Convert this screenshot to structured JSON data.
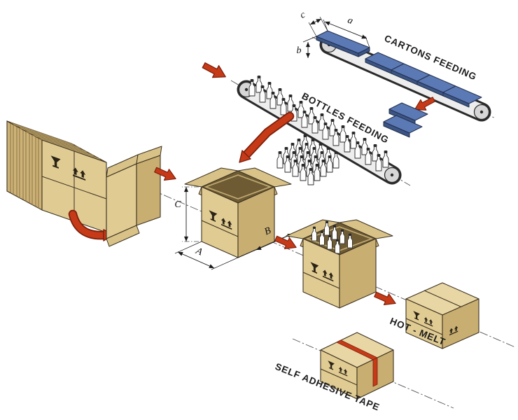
{
  "labels": {
    "cartons_feeding": "CARTONS FEEDING",
    "bottles_feeding": "BOTTLES FEEDING",
    "hot_melt": "HOT - MELT",
    "self_adhesive_tape": "SELF ADHESIVE TAPE"
  },
  "dimensions": {
    "blank_length": "a",
    "blank_width": "b",
    "blank_thickness": "c",
    "case_length": "A",
    "case_width": "B",
    "case_height": "C"
  },
  "colors": {
    "carton_tan": "#e0cb93",
    "carton_shadow": "#c9ae72",
    "carton_top": "#e8d6a4",
    "blank_blue": "#5b79b4",
    "arrow_red": "#c63a18",
    "belt_gray": "#ededed",
    "outline": "#3c3220"
  }
}
